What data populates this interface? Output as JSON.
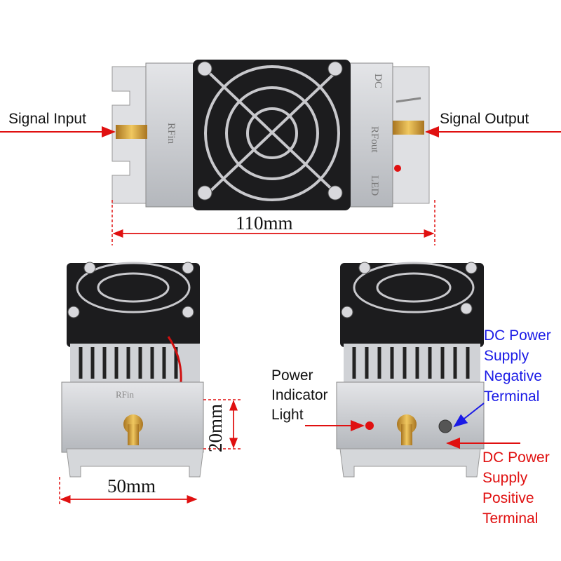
{
  "labels": {
    "signal_input": "Signal Input",
    "signal_output": "Signal Output",
    "power_indicator": [
      "Power",
      "Indicator",
      "Light"
    ],
    "dc_negative": [
      "DC Power",
      "Supply",
      "Negative",
      "Terminal"
    ],
    "dc_positive": [
      "DC Power",
      "Supply",
      "Positive",
      "Terminal"
    ]
  },
  "dimensions": {
    "length": "110mm",
    "height": "20mm",
    "width": "50mm"
  },
  "device_markings": {
    "rf_in": "RFin",
    "rf_out": "RFout",
    "dc": "DC",
    "led": "LED"
  },
  "colors": {
    "arrow_red": "#e01010",
    "arrow_blue": "#1a1ae6",
    "aluminum": "#c9cbcf",
    "fan": "#1c1c1e",
    "gold": "#c8962e"
  }
}
